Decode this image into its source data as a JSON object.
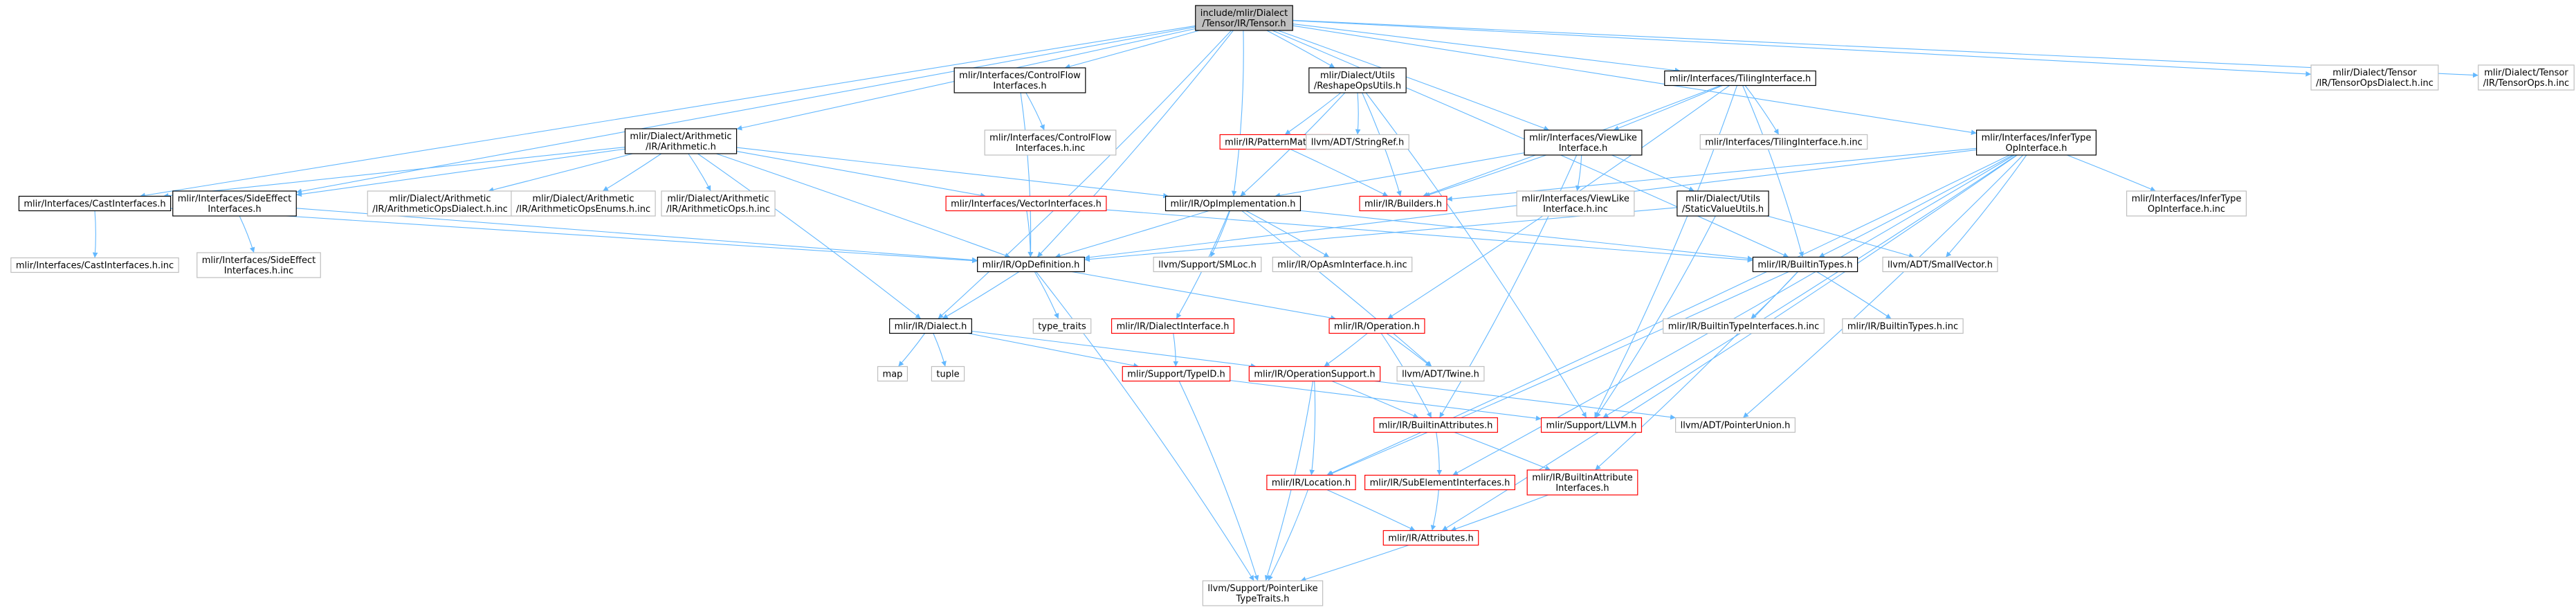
{
  "graph": {
    "colors": {
      "root_fill": "#bfbfbf",
      "border_normal": "#000000",
      "border_red": "#ff0000",
      "border_gray": "#bfbfbf",
      "edge": "#63b8ff",
      "background": "#ffffff"
    },
    "nodes": [
      {
        "id": "root",
        "lines": [
          "include/mlir/Dialect",
          "/Tensor/IR/Tensor.h"
        ],
        "style": "root"
      },
      {
        "id": "cfi",
        "lines": [
          "mlir/Interfaces/ControlFlow",
          "Interfaces.h"
        ],
        "style": "normal"
      },
      {
        "id": "reshape",
        "lines": [
          "mlir/Dialect/Utils",
          "/ReshapeOpsUtils.h"
        ],
        "style": "normal"
      },
      {
        "id": "tiling",
        "lines": [
          "mlir/Interfaces/TilingInterface.h"
        ],
        "style": "normal"
      },
      {
        "id": "tdialect_inc",
        "lines": [
          "mlir/Dialect/Tensor",
          "/IR/TensorOpsDialect.h.inc"
        ],
        "style": "gray"
      },
      {
        "id": "tops_inc",
        "lines": [
          "mlir/Dialect/Tensor",
          "/IR/TensorOps.h.inc"
        ],
        "style": "gray"
      },
      {
        "id": "arith",
        "lines": [
          "mlir/Dialect/Arithmetic",
          "/IR/Arithmetic.h"
        ],
        "style": "normal"
      },
      {
        "id": "cfi_inc",
        "lines": [
          "mlir/Interfaces/ControlFlow",
          "Interfaces.h.inc"
        ],
        "style": "gray"
      },
      {
        "id": "patmatch",
        "lines": [
          "mlir/IR/PatternMatch.h"
        ],
        "style": "red"
      },
      {
        "id": "stringref",
        "lines": [
          "llvm/ADT/StringRef.h"
        ],
        "style": "gray"
      },
      {
        "id": "viewlike",
        "lines": [
          "mlir/Interfaces/ViewLike",
          "Interface.h"
        ],
        "style": "normal"
      },
      {
        "id": "tiling_inc",
        "lines": [
          "mlir/Interfaces/TilingInterface.h.inc"
        ],
        "style": "gray"
      },
      {
        "id": "infer",
        "lines": [
          "mlir/Interfaces/InferType",
          "OpInterface.h"
        ],
        "style": "normal"
      },
      {
        "id": "castif",
        "lines": [
          "mlir/Interfaces/CastInterfaces.h"
        ],
        "style": "normal"
      },
      {
        "id": "sideeff",
        "lines": [
          "mlir/Interfaces/SideEffect",
          "Interfaces.h"
        ],
        "style": "normal"
      },
      {
        "id": "arith_dialect_inc",
        "lines": [
          "mlir/Dialect/Arithmetic",
          "/IR/ArithmeticOpsDialect.h.inc"
        ],
        "style": "gray"
      },
      {
        "id": "arith_enums_inc",
        "lines": [
          "mlir/Dialect/Arithmetic",
          "/IR/ArithmeticOpsEnums.h.inc"
        ],
        "style": "gray"
      },
      {
        "id": "arith_ops_inc",
        "lines": [
          "mlir/Dialect/Arithmetic",
          "/IR/ArithmeticOps.h.inc"
        ],
        "style": "gray"
      },
      {
        "id": "vectorif",
        "lines": [
          "mlir/Interfaces/VectorInterfaces.h"
        ],
        "style": "red"
      },
      {
        "id": "opimpl",
        "lines": [
          "mlir/IR/OpImplementation.h"
        ],
        "style": "normal"
      },
      {
        "id": "builders",
        "lines": [
          "mlir/IR/Builders.h"
        ],
        "style": "red"
      },
      {
        "id": "viewlike_inc",
        "lines": [
          "mlir/Interfaces/ViewLike",
          "Interface.h.inc"
        ],
        "style": "gray"
      },
      {
        "id": "staticval",
        "lines": [
          "mlir/Dialect/Utils",
          "/StaticValueUtils.h"
        ],
        "style": "normal"
      },
      {
        "id": "infer_inc",
        "lines": [
          "mlir/Interfaces/InferType",
          "OpInterface.h.inc"
        ],
        "style": "gray"
      },
      {
        "id": "castif_inc",
        "lines": [
          "mlir/Interfaces/CastInterfaces.h.inc"
        ],
        "style": "gray"
      },
      {
        "id": "sideeff_inc",
        "lines": [
          "mlir/Interfaces/SideEffect",
          "Interfaces.h.inc"
        ],
        "style": "gray"
      },
      {
        "id": "opdef",
        "lines": [
          "mlir/IR/OpDefinition.h"
        ],
        "style": "normal"
      },
      {
        "id": "smloc",
        "lines": [
          "llvm/Support/SMLoc.h"
        ],
        "style": "gray"
      },
      {
        "id": "opasm_inc",
        "lines": [
          "mlir/IR/OpAsmInterface.h.inc"
        ],
        "style": "gray"
      },
      {
        "id": "builtintypes",
        "lines": [
          "mlir/IR/BuiltinTypes.h"
        ],
        "style": "normal"
      },
      {
        "id": "smallvector",
        "lines": [
          "llvm/ADT/SmallVector.h"
        ],
        "style": "gray"
      },
      {
        "id": "dialect",
        "lines": [
          "mlir/IR/Dialect.h"
        ],
        "style": "normal"
      },
      {
        "id": "type_traits",
        "lines": [
          "type_traits"
        ],
        "style": "gray"
      },
      {
        "id": "dialectif",
        "lines": [
          "mlir/IR/DialectInterface.h"
        ],
        "style": "red"
      },
      {
        "id": "operation",
        "lines": [
          "mlir/IR/Operation.h"
        ],
        "style": "red"
      },
      {
        "id": "bt_if_inc",
        "lines": [
          "mlir/IR/BuiltinTypeInterfaces.h.inc"
        ],
        "style": "gray"
      },
      {
        "id": "bt_inc",
        "lines": [
          "mlir/IR/BuiltinTypes.h.inc"
        ],
        "style": "gray"
      },
      {
        "id": "map",
        "lines": [
          "map"
        ],
        "style": "gray"
      },
      {
        "id": "tuple",
        "lines": [
          "tuple"
        ],
        "style": "gray"
      },
      {
        "id": "typeid",
        "lines": [
          "mlir/Support/TypeID.h"
        ],
        "style": "red"
      },
      {
        "id": "opsupport",
        "lines": [
          "mlir/IR/OperationSupport.h"
        ],
        "style": "red"
      },
      {
        "id": "twine",
        "lines": [
          "llvm/ADT/Twine.h"
        ],
        "style": "gray"
      },
      {
        "id": "builtinattrs",
        "lines": [
          "mlir/IR/BuiltinAttributes.h"
        ],
        "style": "red"
      },
      {
        "id": "llvmh",
        "lines": [
          "mlir/Support/LLVM.h"
        ],
        "style": "red"
      },
      {
        "id": "ptrunion",
        "lines": [
          "llvm/ADT/PointerUnion.h"
        ],
        "style": "gray"
      },
      {
        "id": "location",
        "lines": [
          "mlir/IR/Location.h"
        ],
        "style": "red"
      },
      {
        "id": "subelem",
        "lines": [
          "mlir/IR/SubElementInterfaces.h"
        ],
        "style": "red"
      },
      {
        "id": "battr_if",
        "lines": [
          "mlir/IR/BuiltinAttribute",
          "Interfaces.h"
        ],
        "style": "red"
      },
      {
        "id": "attributes",
        "lines": [
          "mlir/IR/Attributes.h"
        ],
        "style": "red"
      },
      {
        "id": "ptrlike",
        "lines": [
          "llvm/Support/PointerLike",
          "TypeTraits.h"
        ],
        "style": "gray"
      }
    ],
    "edges": [
      [
        "root",
        "cfi"
      ],
      [
        "root",
        "reshape"
      ],
      [
        "root",
        "tiling"
      ],
      [
        "root",
        "tdialect_inc"
      ],
      [
        "root",
        "tops_inc"
      ],
      [
        "root",
        "arith"
      ],
      [
        "root",
        "infer"
      ],
      [
        "root",
        "castif"
      ],
      [
        "root",
        "sideeff"
      ],
      [
        "root",
        "viewlike"
      ],
      [
        "root",
        "opimpl"
      ],
      [
        "root",
        "opdef"
      ],
      [
        "root",
        "dialect"
      ],
      [
        "root",
        "builtintypes"
      ],
      [
        "cfi",
        "cfi_inc"
      ],
      [
        "cfi",
        "opdef"
      ],
      [
        "reshape",
        "patmatch"
      ],
      [
        "reshape",
        "stringref"
      ],
      [
        "reshape",
        "opimpl"
      ],
      [
        "reshape",
        "builders"
      ],
      [
        "reshape",
        "llvmh"
      ],
      [
        "tiling",
        "tiling_inc"
      ],
      [
        "tiling",
        "viewlike"
      ],
      [
        "tiling",
        "builders"
      ],
      [
        "tiling",
        "builtintypes"
      ],
      [
        "tiling",
        "operation"
      ],
      [
        "tiling",
        "llvmh"
      ],
      [
        "arith",
        "castif"
      ],
      [
        "arith",
        "sideeff"
      ],
      [
        "arith",
        "arith_dialect_inc"
      ],
      [
        "arith",
        "arith_enums_inc"
      ],
      [
        "arith",
        "arith_ops_inc"
      ],
      [
        "arith",
        "vectorif"
      ],
      [
        "arith",
        "opimpl"
      ],
      [
        "arith",
        "opdef"
      ],
      [
        "arith",
        "dialect"
      ],
      [
        "patmatch",
        "builders"
      ],
      [
        "viewlike",
        "opimpl"
      ],
      [
        "viewlike",
        "builders"
      ],
      [
        "viewlike",
        "viewlike_inc"
      ],
      [
        "viewlike",
        "staticval"
      ],
      [
        "viewlike",
        "builtinattrs"
      ],
      [
        "infer",
        "builders"
      ],
      [
        "infer",
        "infer_inc"
      ],
      [
        "infer",
        "builtintypes"
      ],
      [
        "infer",
        "smallvector"
      ],
      [
        "infer",
        "opdef"
      ],
      [
        "infer",
        "llvmh"
      ],
      [
        "infer",
        "location"
      ],
      [
        "infer",
        "attributes"
      ],
      [
        "infer",
        "ptrunion"
      ],
      [
        "infer",
        "subelem"
      ],
      [
        "castif",
        "castif_inc"
      ],
      [
        "castif",
        "opdef"
      ],
      [
        "sideeff",
        "sideeff_inc"
      ],
      [
        "sideeff",
        "opdef"
      ],
      [
        "vectorif",
        "opdef"
      ],
      [
        "vectorif",
        "builtintypes"
      ],
      [
        "opimpl",
        "opdef"
      ],
      [
        "opimpl",
        "smloc"
      ],
      [
        "opimpl",
        "opasm_inc"
      ],
      [
        "opimpl",
        "dialectif"
      ],
      [
        "opimpl",
        "builtintypes"
      ],
      [
        "opimpl",
        "twine"
      ],
      [
        "staticval",
        "opdef"
      ],
      [
        "staticval",
        "smallvector"
      ],
      [
        "staticval",
        "llvmh"
      ],
      [
        "opdef",
        "dialect"
      ],
      [
        "opdef",
        "type_traits"
      ],
      [
        "opdef",
        "operation"
      ],
      [
        "opdef",
        "ptrlike"
      ],
      [
        "builtintypes",
        "bt_if_inc"
      ],
      [
        "builtintypes",
        "bt_inc"
      ],
      [
        "builtintypes",
        "battr_if"
      ],
      [
        "builtintypes",
        "location"
      ],
      [
        "dialect",
        "map"
      ],
      [
        "dialect",
        "tuple"
      ],
      [
        "dialect",
        "typeid"
      ],
      [
        "dialect",
        "opsupport"
      ],
      [
        "dialectif",
        "typeid"
      ],
      [
        "operation",
        "opsupport"
      ],
      [
        "operation",
        "twine"
      ],
      [
        "operation",
        "builtinattrs"
      ],
      [
        "typeid",
        "llvmh"
      ],
      [
        "typeid",
        "ptrlike"
      ],
      [
        "opsupport",
        "builtinattrs"
      ],
      [
        "opsupport",
        "location"
      ],
      [
        "opsupport",
        "ptrunion"
      ],
      [
        "opsupport",
        "ptrlike"
      ],
      [
        "builtinattrs",
        "subelem"
      ],
      [
        "builtinattrs",
        "battr_if"
      ],
      [
        "location",
        "attributes"
      ],
      [
        "location",
        "ptrlike"
      ],
      [
        "subelem",
        "attributes"
      ],
      [
        "battr_if",
        "attributes"
      ],
      [
        "attributes",
        "ptrlike"
      ]
    ]
  }
}
